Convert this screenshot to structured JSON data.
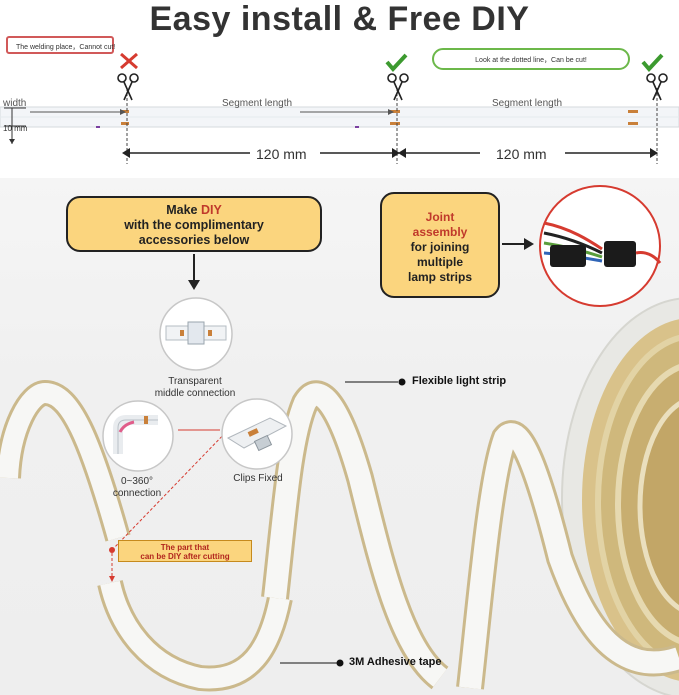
{
  "header": {
    "title": "Easy install & Free DIY"
  },
  "notes": {
    "welding": "The welding place，Cannot cut!",
    "dotted": "Look at the dotted line，Can be cut!"
  },
  "dimensions": {
    "width_label": "width",
    "width_value": "10 mm",
    "segment_label": "Segment length",
    "segment_value": "120 mm"
  },
  "diy_box": {
    "line1_prefix": "Make ",
    "line1_highlight": "DIY",
    "line2": "with the complimentary",
    "line3": "accessories below"
  },
  "joint_box": {
    "highlight1": "Joint",
    "highlight2": "assembly",
    "line3": "for joining",
    "line4": "multiple",
    "line5": "lamp strips"
  },
  "accessories": {
    "transparent_line1": "Transparent",
    "transparent_line2": "middle connection",
    "rotation_line1": "0~360°",
    "rotation_line2": "connection",
    "clips": "Clips Fixed"
  },
  "callouts": {
    "flexible": "Flexible light strip",
    "adhesive": "3M Adhesive tape",
    "diy_cut_line1": "The part that",
    "diy_cut_line2": "can be DIY after cutting"
  },
  "colors": {
    "accent_yellow": "#fbd57e",
    "cross_red": "#d63b30",
    "check_green": "#3c9a2f",
    "highlight_red": "#c0392b"
  }
}
